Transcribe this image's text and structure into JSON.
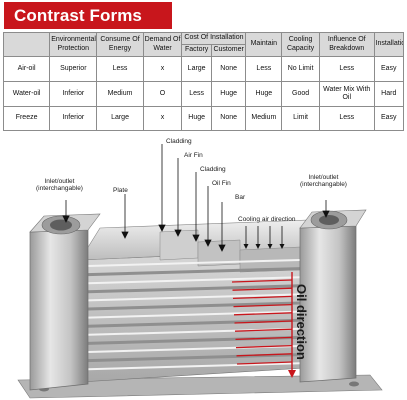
{
  "title": "Contrast Forms",
  "table": {
    "headers": {
      "col_blank": "",
      "environmental_protection": "Environmental Protection",
      "consume_of_energy": "Consume Of Energy",
      "demand_of_water": "Demand Of Water",
      "cost_of_installation": "Cost Of Installation",
      "factory": "Factory",
      "customer": "Customer",
      "maintain": "Maintain",
      "cooling_capacity": "Cooling Capacity",
      "influence_of_breakdown": "Influence Of Breakdown",
      "installation": "Installation"
    },
    "rows": [
      [
        "Air-oil",
        "Superior",
        "Less",
        "x",
        "Large",
        "None",
        "Less",
        "No Limit",
        "Less",
        "Easy"
      ],
      [
        "Water-oil",
        "Inferior",
        "Medium",
        "O",
        "Less",
        "Huge",
        "Huge",
        "Good",
        "Water Mix With Oil",
        "Hard"
      ],
      [
        "Freeze",
        "Inferior",
        "Large",
        "x",
        "Huge",
        "None",
        "Medium",
        "Limit",
        "Less",
        "Easy"
      ]
    ]
  },
  "diagram": {
    "labels": {
      "cladding_top": "Cladding",
      "air_fin": "Air Fin",
      "cladding_mid": "Cladding",
      "oil_fin": "Oil Fin",
      "bar": "Bar",
      "plate": "Plate",
      "inlet_left": "Inlet/outlet\n(interchangable)",
      "inlet_right": "Inlet/outlet\n(interchangable)",
      "cooling_air": "Cooling air direction",
      "oil_direction": "Oil direction"
    },
    "colors": {
      "arrow_red": "#c8161c",
      "metal_light": "#d9d9d9",
      "metal_dark": "#8a8a8a"
    }
  }
}
